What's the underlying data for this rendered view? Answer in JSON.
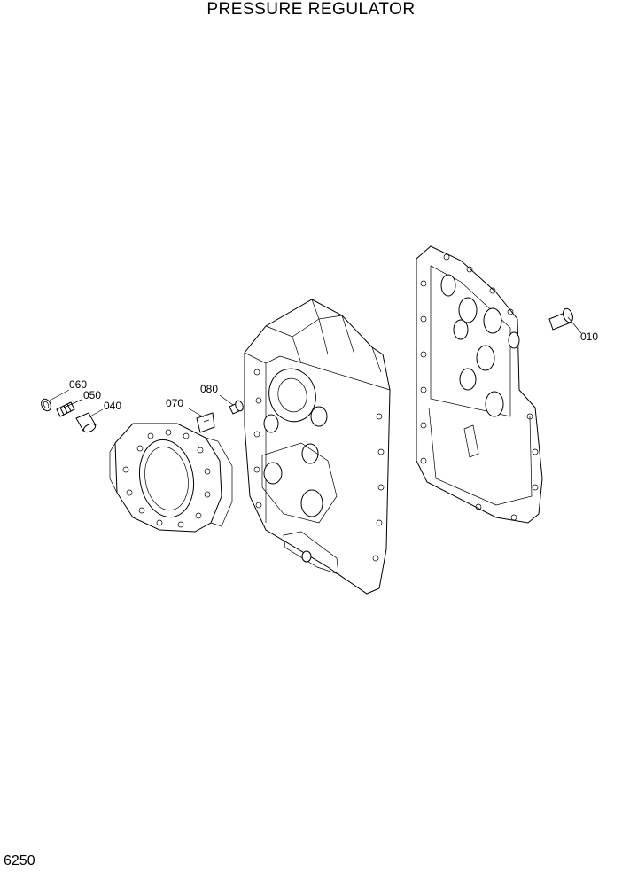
{
  "diagram": {
    "title": "PRESSURE REGULATOR",
    "page_number": "6250",
    "callouts": [
      {
        "id": "010",
        "label": "010"
      },
      {
        "id": "040",
        "label": "040"
      },
      {
        "id": "050",
        "label": "050"
      },
      {
        "id": "060",
        "label": "060"
      },
      {
        "id": "070",
        "label": "070"
      },
      {
        "id": "080",
        "label": "080"
      }
    ]
  }
}
